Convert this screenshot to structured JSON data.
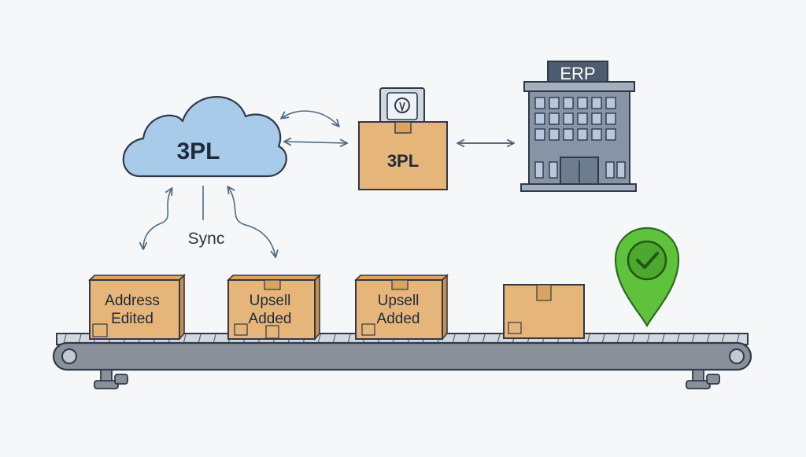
{
  "cloud": {
    "label": "3PL",
    "fill": "#a9cbea"
  },
  "sync": {
    "label": "Sync"
  },
  "warehouse_box": {
    "label": "3PL"
  },
  "erp": {
    "label": "ERP"
  },
  "boxes": [
    {
      "line1": "Address",
      "line2": "Edited"
    },
    {
      "line1": "Upsell",
      "line2": "Added"
    },
    {
      "line1": "Upsell",
      "line2": "Added"
    },
    {
      "line1": "",
      "line2": ""
    }
  ],
  "marker": {
    "icon": "check-icon",
    "color": "#5fc23d"
  },
  "colors": {
    "box": "#e5b57a",
    "box_stroke": "#2f3a48",
    "building": "#8794a6",
    "window": "#b8c7dc",
    "conveyor": "#8a909a",
    "arrow": "#4e6a86"
  }
}
